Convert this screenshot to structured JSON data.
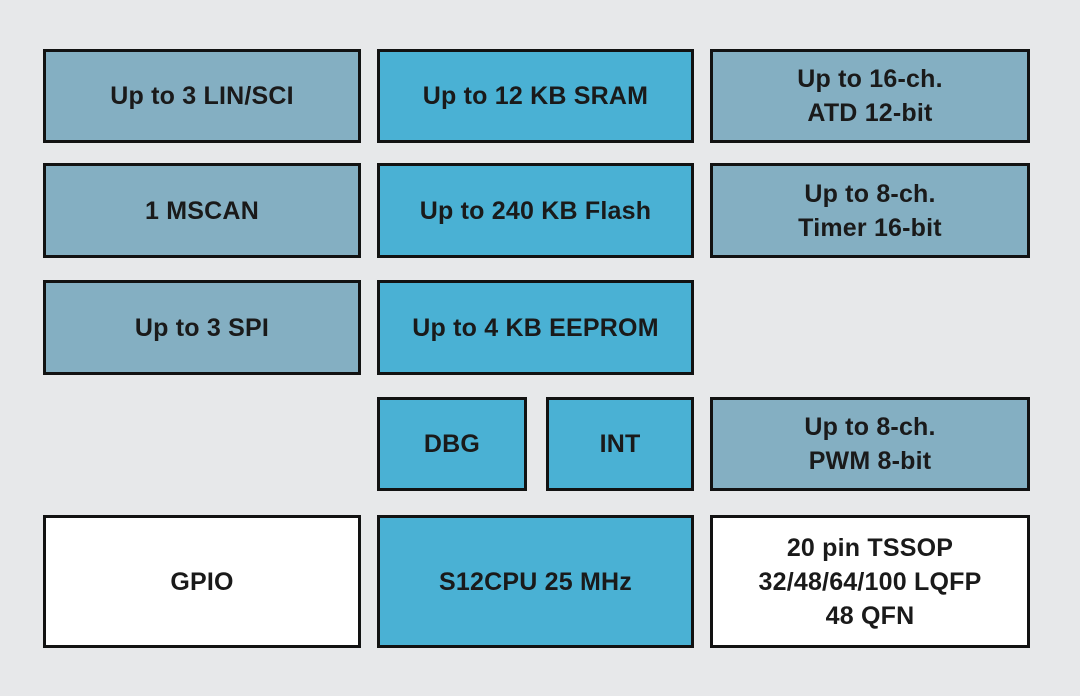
{
  "colors": {
    "background": "#e7e8ea",
    "border": "#121212",
    "text": "#1a1a1a",
    "steel_blue": "#84afc2",
    "teal": "#4ab1d4",
    "white": "#ffffff"
  },
  "blocks": [
    {
      "id": "lin-sci",
      "label": "Up to 3 LIN/SCI",
      "fill": "steel_blue"
    },
    {
      "id": "sram",
      "label": "Up to 12 KB SRAM",
      "fill": "teal"
    },
    {
      "id": "atd",
      "label": "Up to 16-ch.\nATD 12-bit",
      "fill": "steel_blue"
    },
    {
      "id": "mscan",
      "label": "1 MSCAN",
      "fill": "steel_blue"
    },
    {
      "id": "flash",
      "label": "Up to 240 KB Flash",
      "fill": "teal"
    },
    {
      "id": "timer",
      "label": "Up to 8-ch.\nTimer 16-bit",
      "fill": "steel_blue"
    },
    {
      "id": "spi",
      "label": "Up to 3 SPI",
      "fill": "steel_blue"
    },
    {
      "id": "eeprom",
      "label": "Up to 4 KB EEPROM",
      "fill": "teal"
    },
    {
      "id": "dbg",
      "label": "DBG",
      "fill": "teal"
    },
    {
      "id": "int",
      "label": "INT",
      "fill": "teal"
    },
    {
      "id": "pwm",
      "label": "Up to 8-ch.\nPWM 8-bit",
      "fill": "steel_blue"
    },
    {
      "id": "gpio",
      "label": "GPIO",
      "fill": "white"
    },
    {
      "id": "cpu",
      "label": "S12CPU 25 MHz",
      "fill": "teal"
    },
    {
      "id": "package",
      "label": "20 pin TSSOP\n32/48/64/100 LQFP\n48 QFN",
      "fill": "white"
    }
  ]
}
